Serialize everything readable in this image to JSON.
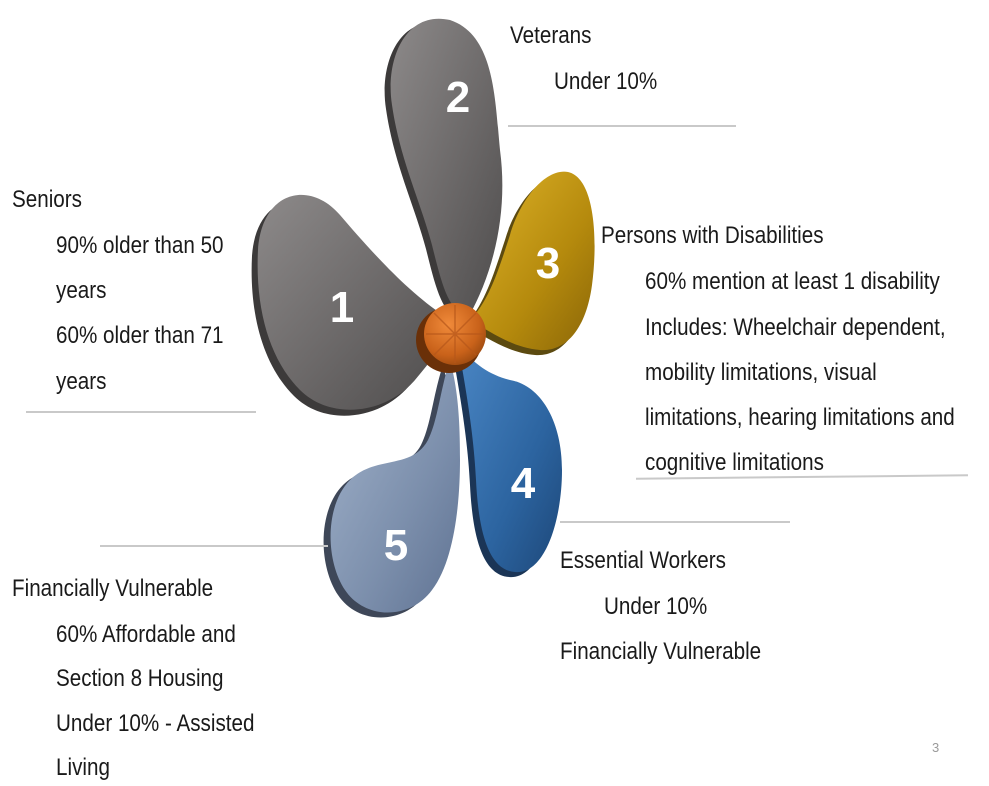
{
  "groups": {
    "seniors": {
      "number": "1",
      "title": "Seniors",
      "lines": [
        "90% older than 50",
        "years",
        "60% older than 71",
        "years"
      ],
      "color": "#6e6b6b"
    },
    "veterans": {
      "number": "2",
      "title": "Veterans",
      "lines": [
        "Under 10%"
      ],
      "color": "#727070"
    },
    "disabilities": {
      "number": "3",
      "title": "Persons with Disabilities",
      "lines": [
        "60% mention at least 1 disability",
        "Includes:  Wheelchair dependent,",
        "mobility limitations, visual",
        "limitations, hearing limitations and",
        "cognitive limitations"
      ],
      "color": "#c49a12"
    },
    "essential": {
      "number": "4",
      "title": "Essential Workers",
      "lines": [
        "Under 10%",
        "Financially Vulnerable"
      ],
      "color": "#2f6aa8"
    },
    "financial": {
      "number": "5",
      "title": "Financially Vulnerable",
      "lines": [
        "60% Affordable and",
        "Section 8 Housing",
        "Under 10% - Assisted",
        "Living"
      ],
      "color": "#7f93b0"
    }
  },
  "center_color": "#d4701f",
  "page_number": "3"
}
